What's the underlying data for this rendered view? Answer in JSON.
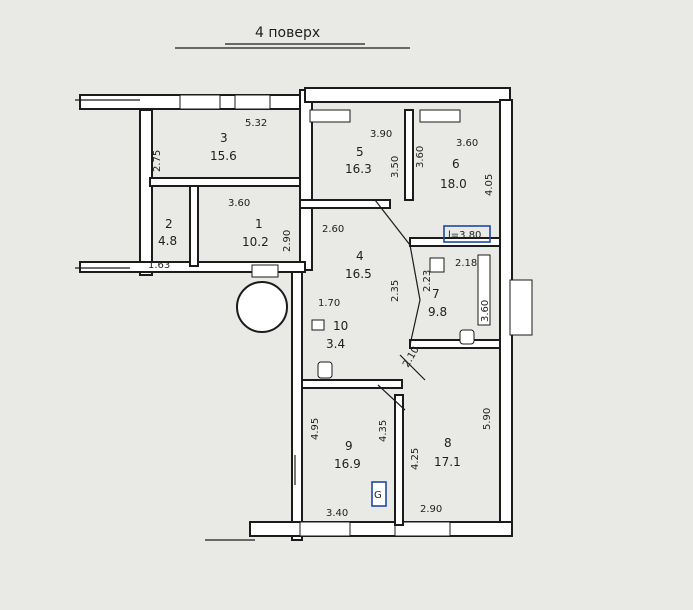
{
  "title": "4 поверх",
  "rooms": [
    {
      "id": "1",
      "area": "10.2"
    },
    {
      "id": "2",
      "area": "4.8"
    },
    {
      "id": "3",
      "area": "15.6"
    },
    {
      "id": "4",
      "area": "16.5"
    },
    {
      "id": "5",
      "area": "16.3"
    },
    {
      "id": "6",
      "area": "18.0"
    },
    {
      "id": "7",
      "area": "9.8"
    },
    {
      "id": "8",
      "area": "17.1"
    },
    {
      "id": "9",
      "area": "16.9"
    },
    {
      "id": "10",
      "area": "3.4"
    }
  ],
  "dimensions": {
    "r3_top": "5.32",
    "r3_side": "2.75",
    "r1_top": "3.60",
    "r1_side": "2.90",
    "r2_side": "1.63",
    "r5_top": "3.90",
    "r5_side": "3.50",
    "r6_top": "3.60",
    "r6_left": "3.60",
    "r6_side": "4.05",
    "r4_top": "2.60",
    "r4_mid": "1.70",
    "r4_side": "2.35",
    "r7_small": "2.23",
    "r7_top": "2.18",
    "r7_side": "3.60",
    "boxed": "l=3.80",
    "r9_side": "4.95",
    "r9_right": "4.35",
    "r9_bottom": "3.40",
    "r8_side": "5.90",
    "r8_left": "4.25",
    "r8_bottom": "2.90",
    "diag": "2.10"
  },
  "meter_label": "G"
}
